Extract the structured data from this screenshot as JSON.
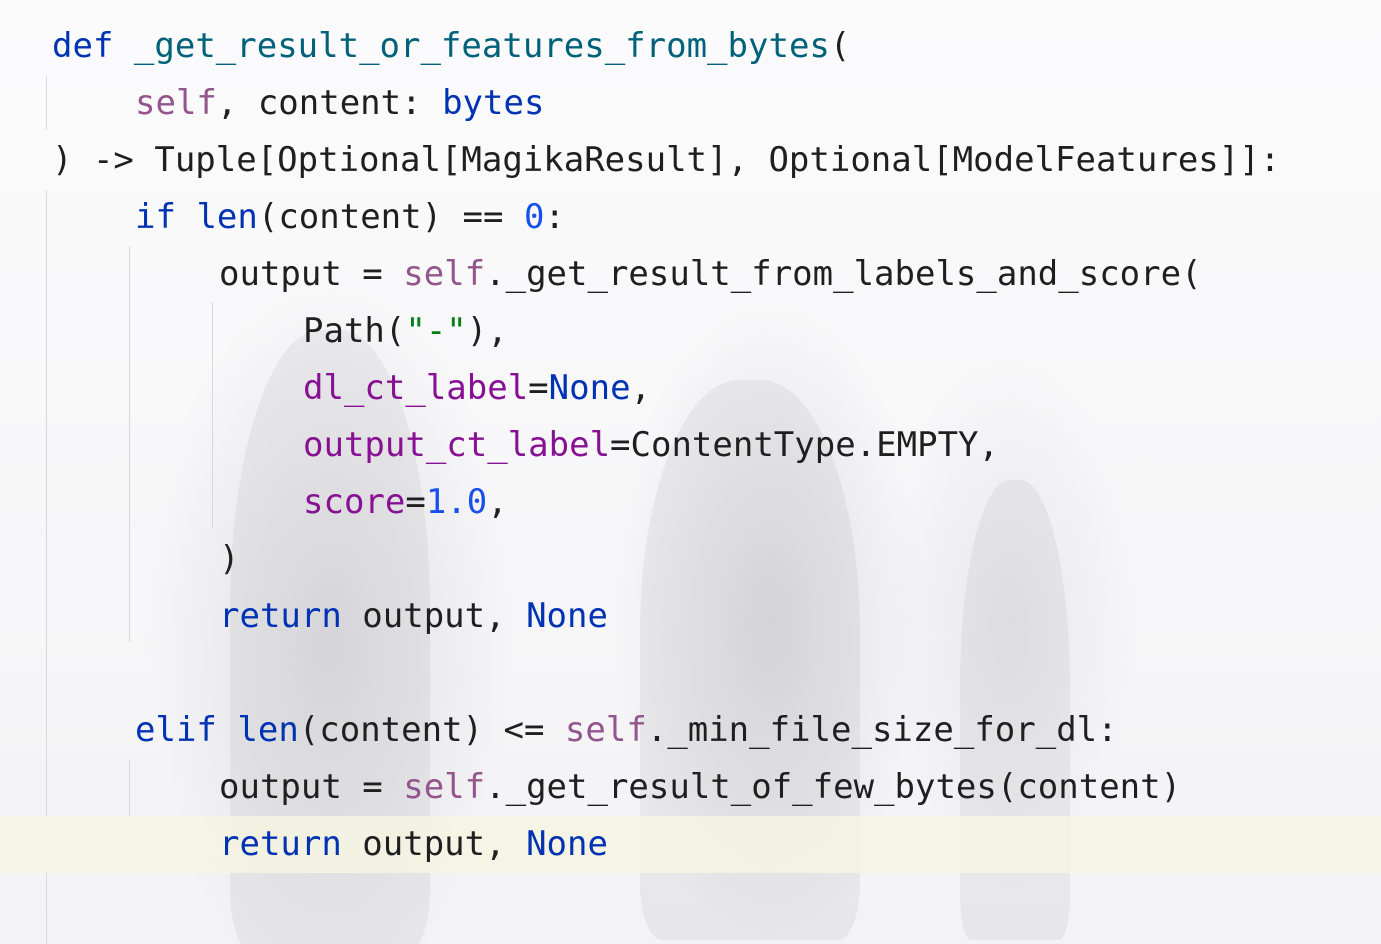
{
  "colors": {
    "keyword": "#0033b3",
    "function_name": "#00627a",
    "self": "#94558d",
    "named_param": "#871094",
    "string": "#067d17",
    "number": "#1750eb",
    "default_text": "#1f1f1f",
    "current_line_bg": "#f6f4e2"
  },
  "code": {
    "lines": [
      {
        "tokens": [
          {
            "t": "def",
            "c": "kw"
          },
          {
            "t": " ",
            "c": "plain"
          },
          {
            "t": "_get_result_or_features_from_bytes",
            "c": "fn"
          },
          {
            "t": "(",
            "c": "plain"
          }
        ]
      },
      {
        "tokens": [
          {
            "t": "self",
            "c": "self"
          },
          {
            "t": ", content: ",
            "c": "plain"
          },
          {
            "t": "bytes",
            "c": "kw"
          }
        ]
      },
      {
        "tokens": [
          {
            "t": ") -> Tuple[Optional[MagikaResult], Optional[ModelFeatures]]:",
            "c": "plain"
          }
        ]
      },
      {
        "tokens": [
          {
            "t": "if",
            "c": "kw"
          },
          {
            "t": " ",
            "c": "plain"
          },
          {
            "t": "len",
            "c": "kw"
          },
          {
            "t": "(content) == ",
            "c": "plain"
          },
          {
            "t": "0",
            "c": "num"
          },
          {
            "t": ":",
            "c": "plain"
          }
        ]
      },
      {
        "tokens": [
          {
            "t": "output = ",
            "c": "plain"
          },
          {
            "t": "self",
            "c": "self"
          },
          {
            "t": "._get_result_from_labels_and_score(",
            "c": "plain"
          }
        ]
      },
      {
        "tokens": [
          {
            "t": "Path(",
            "c": "plain"
          },
          {
            "t": "\"-\"",
            "c": "str"
          },
          {
            "t": "),",
            "c": "plain"
          }
        ]
      },
      {
        "tokens": [
          {
            "t": "dl_ct_label",
            "c": "param"
          },
          {
            "t": "=",
            "c": "plain"
          },
          {
            "t": "None",
            "c": "kw"
          },
          {
            "t": ",",
            "c": "plain"
          }
        ]
      },
      {
        "tokens": [
          {
            "t": "output_ct_label",
            "c": "param"
          },
          {
            "t": "=ContentType.EMPTY,",
            "c": "plain"
          }
        ]
      },
      {
        "tokens": [
          {
            "t": "score",
            "c": "param"
          },
          {
            "t": "=",
            "c": "plain"
          },
          {
            "t": "1.0",
            "c": "num"
          },
          {
            "t": ",",
            "c": "plain"
          }
        ]
      },
      {
        "tokens": [
          {
            "t": ")",
            "c": "plain"
          }
        ]
      },
      {
        "tokens": [
          {
            "t": "return",
            "c": "kw"
          },
          {
            "t": " output, ",
            "c": "plain"
          },
          {
            "t": "None",
            "c": "kw"
          }
        ]
      },
      {
        "tokens": []
      },
      {
        "tokens": [
          {
            "t": "elif",
            "c": "kw"
          },
          {
            "t": " ",
            "c": "plain"
          },
          {
            "t": "len",
            "c": "kw"
          },
          {
            "t": "(content) <= ",
            "c": "plain"
          },
          {
            "t": "self",
            "c": "self"
          },
          {
            "t": "._min_file_size_for_dl:",
            "c": "plain"
          }
        ]
      },
      {
        "tokens": [
          {
            "t": "output = ",
            "c": "plain"
          },
          {
            "t": "self",
            "c": "self"
          },
          {
            "t": "._get_result_of_few_bytes(content)",
            "c": "plain"
          }
        ]
      },
      {
        "tokens": [
          {
            "t": "return",
            "c": "kw"
          },
          {
            "t": " output, ",
            "c": "plain"
          },
          {
            "t": "None",
            "c": "kw"
          }
        ],
        "current": true
      }
    ]
  }
}
